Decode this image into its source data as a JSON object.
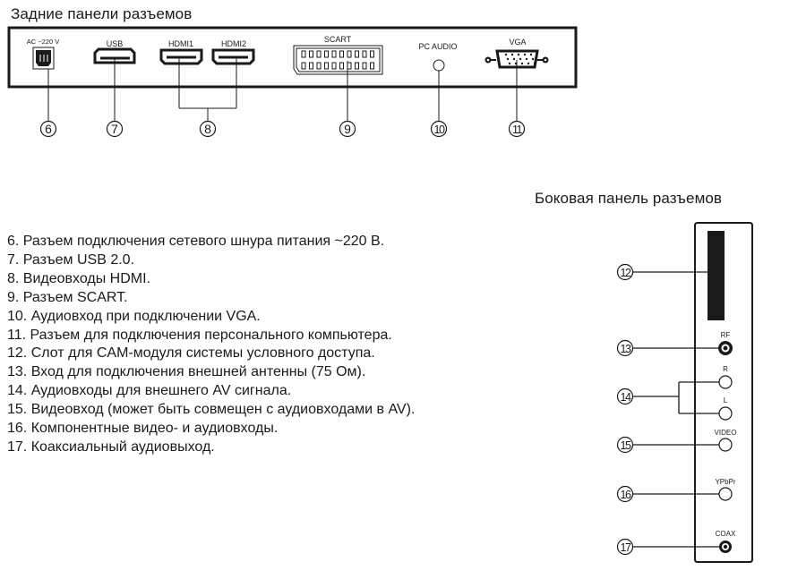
{
  "rear_panel": {
    "title": "Задние панели разъемов",
    "connectors": [
      {
        "id": 6,
        "label": "AC ~220 V",
        "type": "power-socket"
      },
      {
        "id": 7,
        "label": "USB",
        "type": "usb-port"
      },
      {
        "id": 8,
        "label": "HDMI1",
        "type": "hdmi-port"
      },
      {
        "id": 8,
        "label": "HDMI2",
        "type": "hdmi-port"
      },
      {
        "id": 9,
        "label": "SCART",
        "type": "scart-port"
      },
      {
        "id": 10,
        "label": "PC AUDIO",
        "type": "audio-jack"
      },
      {
        "id": 11,
        "label": "VGA",
        "type": "vga-port"
      }
    ],
    "callouts": [
      "6",
      "7",
      "8",
      "9",
      "10",
      "11"
    ]
  },
  "side_panel": {
    "title": "Боковая панель разъемов",
    "connectors": [
      {
        "id": 12,
        "label": "",
        "type": "cam-slot"
      },
      {
        "id": 13,
        "label": "RF",
        "type": "rf-jack"
      },
      {
        "id": 14,
        "label": "R",
        "type": "audio-jack"
      },
      {
        "id": 14,
        "label": "L",
        "type": "audio-jack"
      },
      {
        "id": 15,
        "label": "VIDEO",
        "type": "video-jack"
      },
      {
        "id": 16,
        "label": "YPbPr",
        "type": "component-jack"
      },
      {
        "id": 17,
        "label": "COAX",
        "type": "coax-jack"
      }
    ],
    "callouts": [
      "12",
      "13",
      "14",
      "15",
      "16",
      "17"
    ]
  },
  "descriptions": [
    "6. Разъем подключения сетевого шнура питания ~220 В.",
    "7. Разъем USB 2.0.",
    "8. Видеовходы HDMI.",
    "9. Разъем SCART.",
    "10. Аудиовход при подключении VGA.",
    "11. Разъем для подключения персонального компьютера.",
    "12. Слот для CAM-модуля системы условного доступа.",
    "13. Вход для подключения внешней антенны (75 Ом).",
    "14. Аудиовходы для внешнего AV сигнала.",
    "15. Видеовход (может быть совмещен с аудиовходами в AV).",
    "16. Компонентные видео- и аудиовходы.",
    "17. Коаксиальный аудиовыход."
  ]
}
